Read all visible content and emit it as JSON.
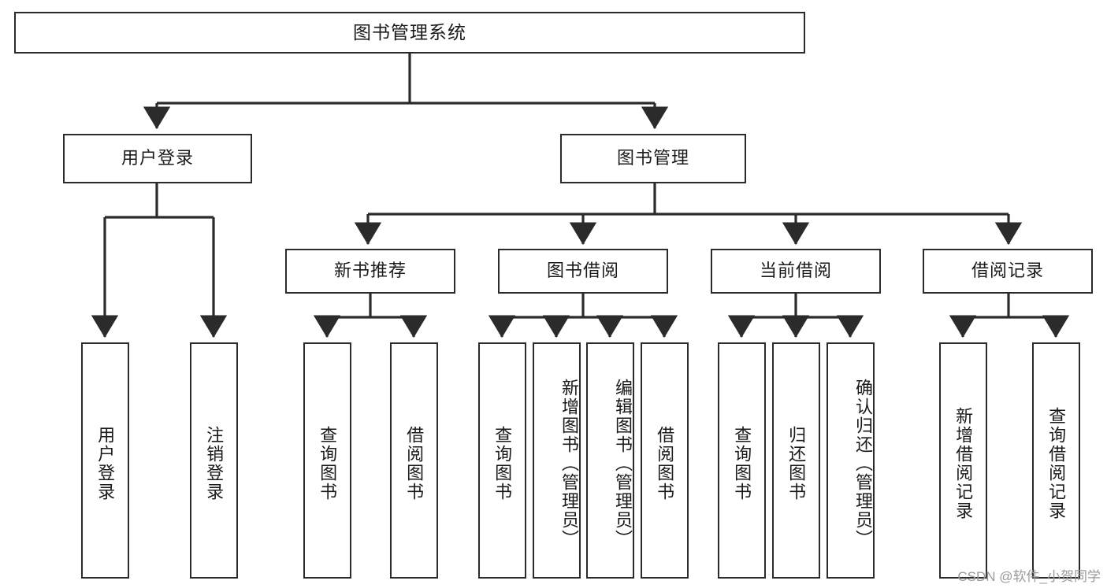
{
  "diagram": {
    "title": "图书管理系统",
    "type": "tree",
    "background_color": "#ffffff",
    "line_color": "#2b2b2b",
    "text_color": "#1a1a1a"
  },
  "nodes": {
    "root": {
      "label": "图书管理系统"
    },
    "level2": [
      {
        "id": "user-login",
        "label": "用户登录"
      },
      {
        "id": "book-manage",
        "label": "图书管理"
      }
    ],
    "level3": [
      {
        "id": "new-book-recommend",
        "label": "新书推荐"
      },
      {
        "id": "book-borrow",
        "label": "图书借阅"
      },
      {
        "id": "current-borrow",
        "label": "当前借阅"
      },
      {
        "id": "borrow-record",
        "label": "借阅记录"
      }
    ],
    "leaves": [
      {
        "id": "leaf-user-login",
        "label": "用户登录"
      },
      {
        "id": "leaf-logout-login",
        "label": "注销登录"
      },
      {
        "id": "leaf-query-book-1",
        "label": "查询图书"
      },
      {
        "id": "leaf-borrow-book-1",
        "label": "借阅图书"
      },
      {
        "id": "leaf-query-book-2",
        "label": "查询图书"
      },
      {
        "id": "leaf-add-book",
        "label": "新增图书（管理员）"
      },
      {
        "id": "leaf-edit-book",
        "label": "编辑图书（管理员）"
      },
      {
        "id": "leaf-borrow-book-2",
        "label": "借阅图书"
      },
      {
        "id": "leaf-query-book-3",
        "label": "查询图书"
      },
      {
        "id": "leaf-return-book",
        "label": "归还图书"
      },
      {
        "id": "leaf-confirm-return",
        "label": "确认归还（管理员）"
      },
      {
        "id": "leaf-add-record",
        "label": "新增借阅记录"
      },
      {
        "id": "leaf-query-record",
        "label": "查询借阅记录"
      }
    ]
  },
  "watermark": {
    "text": "CSDN @软件_小贺同学"
  }
}
